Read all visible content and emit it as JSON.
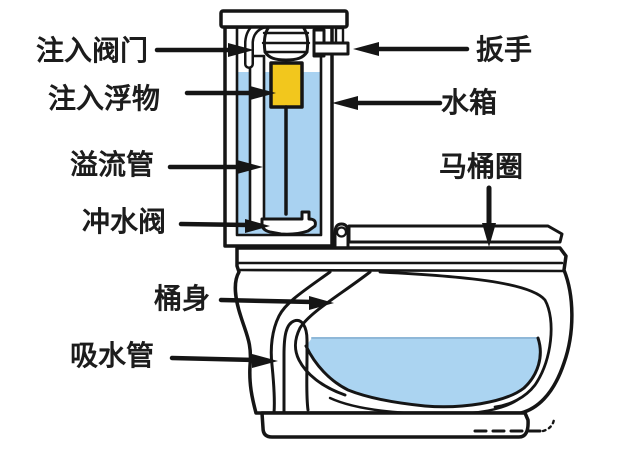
{
  "diagram": {
    "subject": "toilet-cutaway-diagram",
    "labels": {
      "fill_valve": "注入阀门",
      "fill_float": "注入浮物",
      "overflow_tube": "溢流管",
      "flush_valve": "冲水阀",
      "handle": "扳手",
      "water_tank": "水箱",
      "toilet_seat": "马桶圈",
      "bowl_body": "桶身",
      "siphon_tube": "吸水管"
    },
    "colors": {
      "water": "#ABD4F1",
      "tank_water": "#A9D2F1",
      "float_yellow": "#F2C71D",
      "line_black": "#151515",
      "water_surface_line": "#8FB8D8",
      "background": "#FFFFFF",
      "text": "#1C1C1C"
    }
  }
}
